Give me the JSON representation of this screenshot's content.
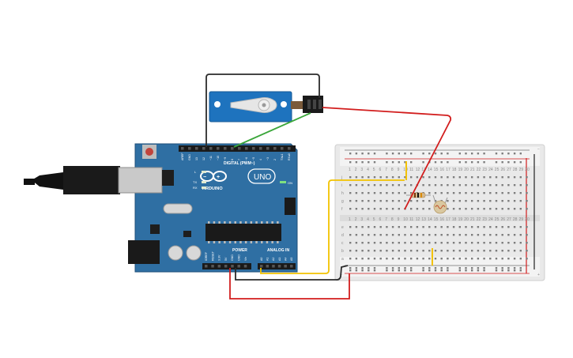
{
  "arduino": {
    "brand": "ARDUINO",
    "model": "UNO",
    "digital_header_label": "DIGITAL (PWM~)",
    "power_header_label": "POWER",
    "analog_header_label": "ANALOG IN",
    "on_label": "ON",
    "led_l": "L",
    "led_tx": "TX",
    "led_rx": "RX",
    "digital_pins": [
      "AREF",
      "GND",
      "13",
      "12",
      "~11",
      "~10",
      "~9",
      "8",
      "7",
      "~6",
      "~5",
      "4",
      "~3",
      "2",
      "TX▸1",
      "RX◂0"
    ],
    "power_pins": [
      "IOREF",
      "RESET",
      "3.3V",
      "5V",
      "GND",
      "GND",
      "Vin"
    ],
    "analog_pins": [
      "A0",
      "A1",
      "A2",
      "A3",
      "A4",
      "A5"
    ]
  },
  "breadboard": {
    "rows_top": [
      "j",
      "i",
      "h",
      "g",
      "f"
    ],
    "rows_bottom": [
      "e",
      "d",
      "c",
      "b",
      "a"
    ],
    "rail_plus": "+",
    "rail_minus": "−",
    "column_numbers": [
      "1",
      "2",
      "3",
      "4",
      "5",
      "6",
      "7",
      "8",
      "9",
      "10",
      "11",
      "12",
      "13",
      "14",
      "15",
      "16",
      "17",
      "18",
      "19",
      "20",
      "21",
      "22",
      "23",
      "24",
      "25",
      "26",
      "27",
      "28",
      "29",
      "30"
    ]
  },
  "colors": {
    "board": "#2f6fa3",
    "board_dark": "#1f4f78",
    "servo": "#1e73be",
    "wire_red": "#d21d1d",
    "wire_black": "#2b2b2b",
    "wire_green": "#3aa63a",
    "wire_yellow": "#f2c200",
    "breadboard": "#ececec"
  }
}
